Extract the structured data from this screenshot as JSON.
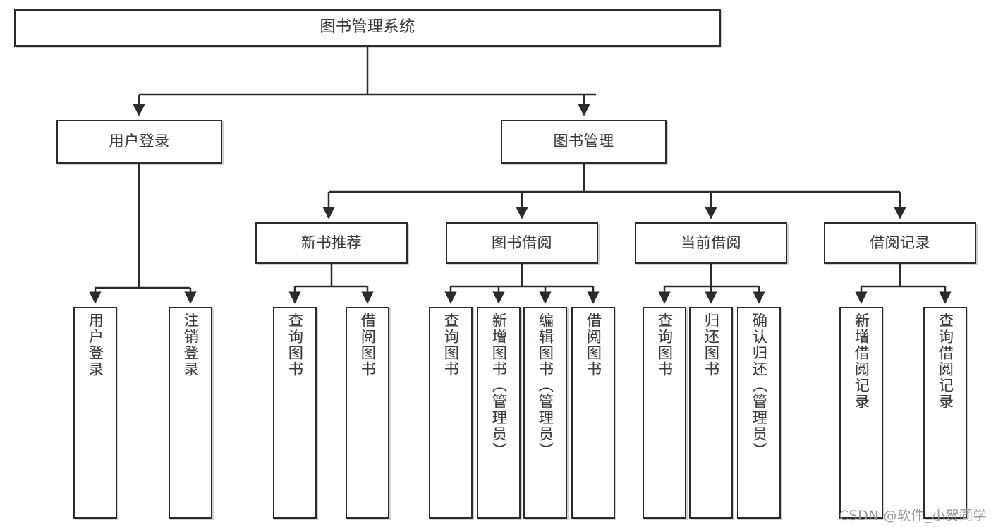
{
  "diagram": {
    "title_node": {
      "id": "root",
      "label": "图书管理系统"
    },
    "level2": [
      {
        "id": "user-login",
        "label": "用户登录"
      },
      {
        "id": "book-manage",
        "label": "图书管理"
      }
    ],
    "level3": [
      {
        "id": "new-book-recommend",
        "label": "新书推荐"
      },
      {
        "id": "book-borrow",
        "label": "图书借阅"
      },
      {
        "id": "current-borrow",
        "label": "当前借阅"
      },
      {
        "id": "borrow-record",
        "label": "借阅记录"
      }
    ],
    "leaves": [
      {
        "id": "leaf-user-login",
        "label": "用户登录",
        "parent": "user-login"
      },
      {
        "id": "leaf-logout",
        "label": "注销登录",
        "parent": "user-login"
      },
      {
        "id": "leaf-query-book-1",
        "label": "查询图书",
        "parent": "new-book-recommend"
      },
      {
        "id": "leaf-borrow-book-1",
        "label": "借阅图书",
        "parent": "new-book-recommend"
      },
      {
        "id": "leaf-query-book-2",
        "label": "查询图书",
        "parent": "book-borrow"
      },
      {
        "id": "leaf-add-book",
        "label": "新增图书（管理员）",
        "parent": "book-borrow"
      },
      {
        "id": "leaf-edit-book",
        "label": "编辑图书（管理员）",
        "parent": "book-borrow"
      },
      {
        "id": "leaf-borrow-book-2",
        "label": "借阅图书",
        "parent": "book-borrow"
      },
      {
        "id": "leaf-query-book-3",
        "label": "查询图书",
        "parent": "current-borrow"
      },
      {
        "id": "leaf-return-book",
        "label": "归还图书",
        "parent": "current-borrow"
      },
      {
        "id": "leaf-confirm-return",
        "label": "确认归还（管理员）",
        "parent": "current-borrow"
      },
      {
        "id": "leaf-add-record",
        "label": "新增借阅记录",
        "parent": "borrow-record"
      },
      {
        "id": "leaf-query-record",
        "label": "查询借阅记录",
        "parent": "borrow-record"
      }
    ],
    "watermark": "CSDN @软件_小贺同学",
    "colors": {
      "stroke": "#2b2b2b",
      "background": "#ffffff",
      "text": "#3a3a3a",
      "watermark": "#9a9a9a"
    }
  }
}
